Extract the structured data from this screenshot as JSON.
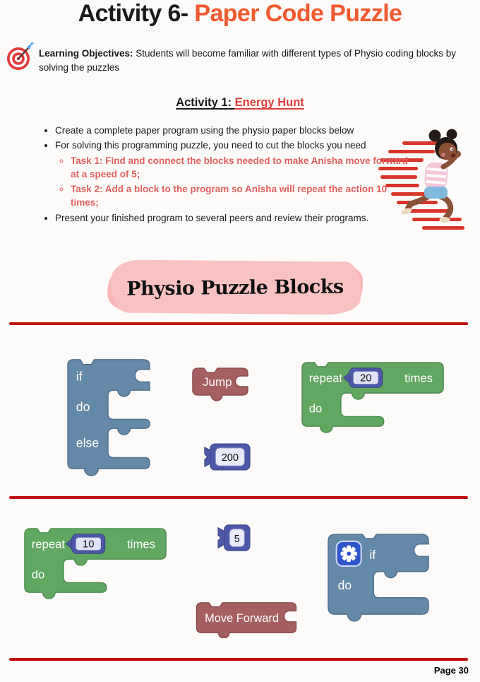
{
  "page": {
    "title_prefix": "Activity 6-",
    "title_highlight": " Paper Code Puzzle",
    "page_number": "Page 30"
  },
  "objectives": {
    "label": "Learning Objectives:",
    "text": " Students will become familiar with different types of Physio coding blocks by solving the puzzles"
  },
  "activity1": {
    "heading_prefix": "Activity 1: ",
    "heading_title": "Energy Hunt",
    "bullet1": "Create a complete paper program using the physio paper blocks below",
    "bullet2": "For solving this programming puzzle, you need to cut the blocks you need",
    "task1": "Task 1: Find and connect the blocks needed to make Anisha move forward at a speed of 5;",
    "task2": "Task 2: Add a block to the program so Anisha will repeat the action 10 times;",
    "bullet3": "Present your finished program to several peers and review their programs."
  },
  "banner": {
    "title": "Physio Puzzle Blocks"
  },
  "puzzle_blocks": {
    "if_else": {
      "if_label": "if",
      "do_label": "do",
      "else_label": "else"
    },
    "jump": {
      "label": "Jump"
    },
    "repeat_20": {
      "repeat_label": "repeat",
      "value": "20",
      "times_label": "times",
      "do_label": "do"
    },
    "value_200": {
      "value": "200"
    },
    "repeat_10": {
      "repeat_label": "repeat",
      "value": "10",
      "times_label": "times",
      "do_label": "do"
    },
    "value_5": {
      "value": "5"
    },
    "move_forward": {
      "label": "Move Forward"
    },
    "gear_if": {
      "if_label": "if",
      "do_label": "do"
    }
  },
  "icons": {
    "target": "target-dart-icon",
    "gear": "gear-icon",
    "runner": "running-girl-illustration"
  },
  "colors": {
    "title_highlight": "#f15a2e",
    "heading_red": "#e23d3d",
    "task_text": "#e06060",
    "divider_red": "#bf1111",
    "banner_pink": "#f8b6b6",
    "block_blue": "#6589a8",
    "block_green": "#61a761",
    "block_red": "#a55f60",
    "block_indigo": "#4d58a8",
    "speed_lines": "#d8362a"
  }
}
